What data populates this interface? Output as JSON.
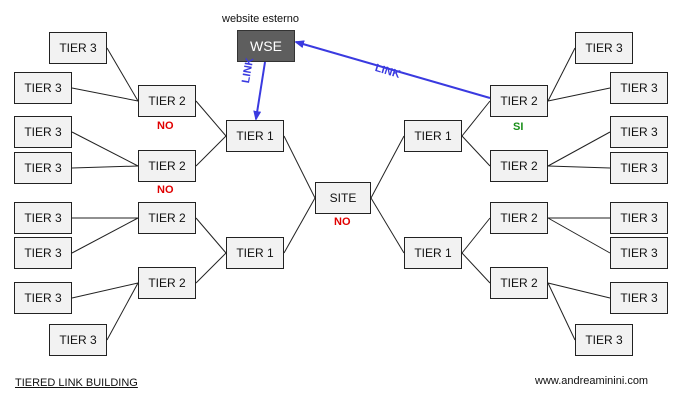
{
  "colors": {
    "line": "#222222",
    "link": "#3a3ae0",
    "no": "#e00000",
    "si": "#1a8f1a"
  },
  "nodes": {
    "site": "SITE",
    "wse": "WSE",
    "tier1": "TIER 1",
    "tier2": "TIER 2",
    "tier3": "TIER 3"
  },
  "status": {
    "no": "NO",
    "si": "SI"
  },
  "external_label": "website esterno",
  "link_label": "LINK",
  "caption": "TIERED LINK BUILDING",
  "footer_url": "www.andreaminini.com"
}
